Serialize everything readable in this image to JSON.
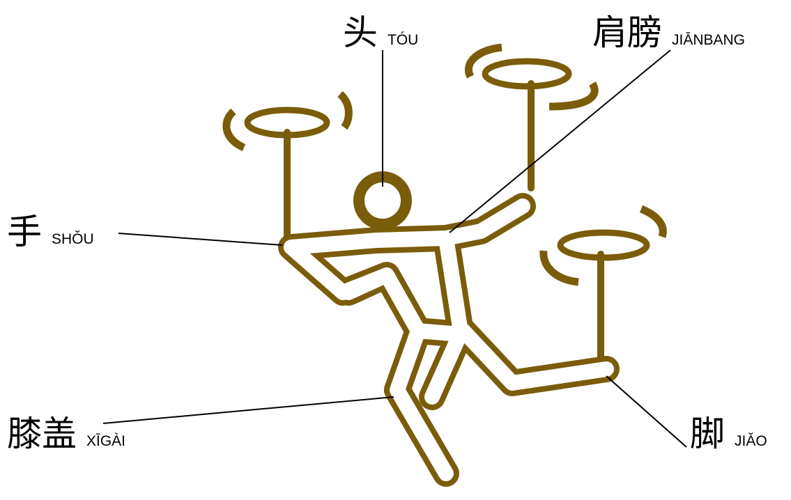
{
  "labels": {
    "head": {
      "hanzi": "头",
      "pinyin": "TÓU"
    },
    "shoulder": {
      "hanzi": "肩膀",
      "pinyin": "JIĀNBANG"
    },
    "hand": {
      "hanzi": "手",
      "pinyin": "SHǑU"
    },
    "knee": {
      "hanzi": "膝盖",
      "pinyin": "XĪGÀI"
    },
    "foot": {
      "hanzi": "脚",
      "pinyin": "JIǍO"
    }
  },
  "colors": {
    "figure": "#7a5c0a",
    "leader_line": "#000000",
    "background": "#ffffff"
  }
}
